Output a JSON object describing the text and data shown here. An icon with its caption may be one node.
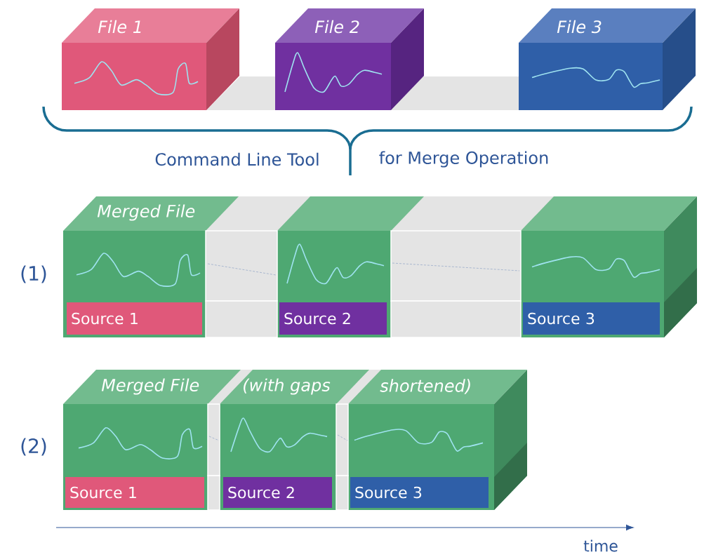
{
  "diagram": {
    "nodes": [
      {
        "text": [
          "File 1"
        ]
      },
      {
        "text": [
          "File 2"
        ]
      },
      {
        "text": [
          "File 3"
        ]
      },
      {
        "text": [
          "Merged File"
        ]
      },
      {
        "text": [
          "Source 1"
        ],
        "in": 3
      },
      {
        "text": [
          "Source 2"
        ],
        "in": 3
      },
      {
        "text": [
          "Source 3"
        ],
        "in": 3
      },
      {
        "text": [
          "Merged File",
          "(with gaps",
          "shortened)"
        ]
      },
      {
        "text": [
          "Source 1"
        ],
        "in": 7
      },
      {
        "text": [
          "Source 2"
        ],
        "in": 7
      },
      {
        "text": [
          "Source 3"
        ],
        "in": 7
      }
    ],
    "labels": [
      "Command Line Tool",
      "for Merge Operation",
      "(1)",
      "(2)",
      "time"
    ]
  }
}
